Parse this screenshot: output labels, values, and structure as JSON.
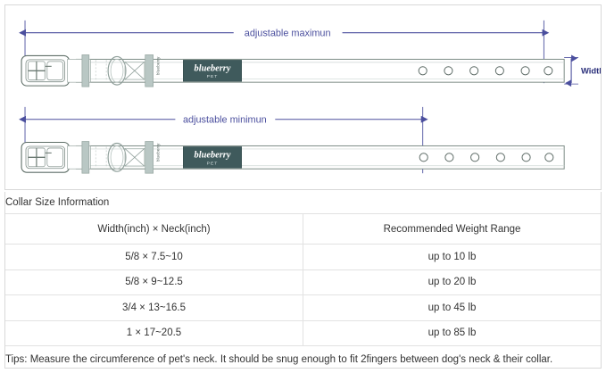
{
  "diagram": {
    "max_label": "adjustable maximun",
    "min_label": "adjustable minimun",
    "width_label": "Width",
    "brand_name": "blueberry",
    "brand_sub": "PET",
    "keeper_text": "blueberry",
    "colors": {
      "dimension_line": "#4b4f9e",
      "strap_outline": "#6d7b74",
      "hardware_fill": "#b9c7c4",
      "brand_badge": "#3f5a5c",
      "panel_border": "#d9d9d9"
    },
    "top_strap_holes": 6,
    "bottom_strap_holes": 6
  },
  "table": {
    "caption": "Collar Size Information",
    "headers": [
      "Width(inch)  ×  Neck(inch)",
      "Recommended Weight Range"
    ],
    "rows": [
      [
        "5/8 × 7.5~10",
        "up to 10 lb"
      ],
      [
        "5/8 × 9~12.5",
        "up to 20 lb"
      ],
      [
        "3/4 × 13~16.5",
        "up to 45 lb"
      ],
      [
        "1 × 17~20.5",
        "up to 85 lb"
      ]
    ],
    "tips": "Tips: Measure the circumference of pet's neck. It should be snug enough to fit 2fingers between dog's neck & their collar."
  }
}
